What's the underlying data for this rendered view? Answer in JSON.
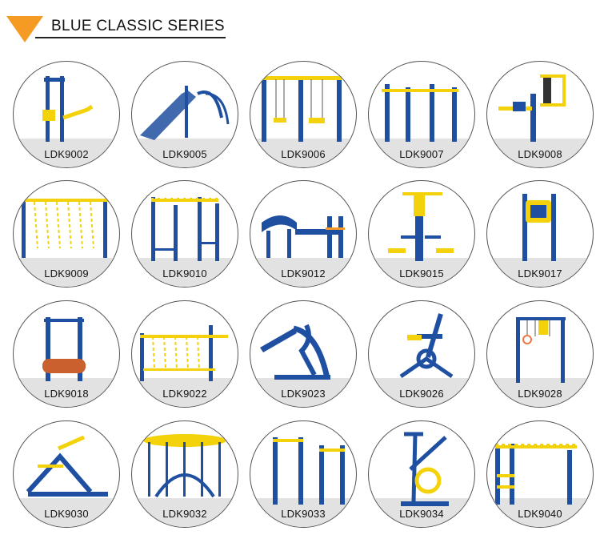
{
  "header": {
    "title": "BLUE CLASSIC SERIES"
  },
  "colors": {
    "accent": "#f59a23",
    "blue": "#1f4fa0",
    "yellow": "#f4d20b",
    "floor": "#e2e2e2"
  },
  "products": [
    {
      "code": "LDK9002",
      "icon": "cross-trainer-icon"
    },
    {
      "code": "LDK9005",
      "icon": "slide-icon"
    },
    {
      "code": "LDK9006",
      "icon": "swing-icon"
    },
    {
      "code": "LDK9007",
      "icon": "parallel-bars-icon"
    },
    {
      "code": "LDK9008",
      "icon": "push-chair-icon"
    },
    {
      "code": "LDK9009",
      "icon": "rope-ladder-icon"
    },
    {
      "code": "LDK9010",
      "icon": "monkey-bars-icon"
    },
    {
      "code": "LDK9012",
      "icon": "sit-up-bench-icon"
    },
    {
      "code": "LDK9015",
      "icon": "air-walker-icon"
    },
    {
      "code": "LDK9017",
      "icon": "back-massager-icon"
    },
    {
      "code": "LDK9018",
      "icon": "roller-icon"
    },
    {
      "code": "LDK9022",
      "icon": "rope-bridge-icon"
    },
    {
      "code": "LDK9023",
      "icon": "rower-icon"
    },
    {
      "code": "LDK9026",
      "icon": "bike-icon"
    },
    {
      "code": "LDK9028",
      "icon": "ring-bar-icon"
    },
    {
      "code": "LDK9030",
      "icon": "double-rider-icon"
    },
    {
      "code": "LDK9032",
      "icon": "carousel-icon"
    },
    {
      "code": "LDK9033",
      "icon": "horizontal-bar-icon"
    },
    {
      "code": "LDK9034",
      "icon": "exercise-bike-icon"
    },
    {
      "code": "LDK9040",
      "icon": "ladder-climber-icon"
    }
  ]
}
